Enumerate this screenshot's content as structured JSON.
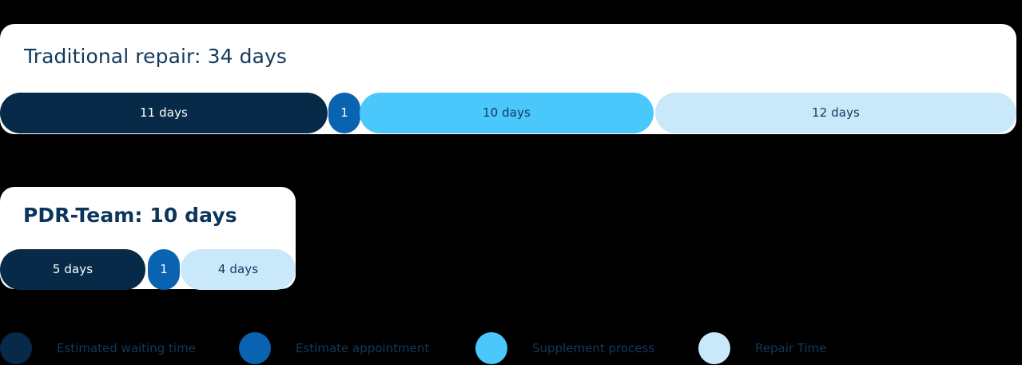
{
  "colors": {
    "background": "#000000",
    "card": "#ffffff",
    "waiting": "#062a47",
    "appointment": "#0a63b0",
    "supplement": "#4ac7fb",
    "repair": "#c9e9fb",
    "text_dark": "#123a5c",
    "text_light": "#ffffff"
  },
  "rows": [
    {
      "id": "traditional",
      "title": "Traditional repair: 34 days",
      "title_bold": false,
      "segments": [
        {
          "name": "waiting",
          "label": "11 days",
          "days": 11,
          "color": "#062a47",
          "text_color": "#ffffff"
        },
        {
          "name": "appointment",
          "label": "1",
          "days": 1,
          "color": "#0a63b0",
          "text_color": "#ffffff"
        },
        {
          "name": "supplement",
          "label": "10 days",
          "days": 10,
          "color": "#4ac7fb",
          "text_color": "#123a5c"
        },
        {
          "name": "repair",
          "label": "12 days",
          "days": 12,
          "color": "#c9e9fb",
          "text_color": "#123a5c"
        }
      ]
    },
    {
      "id": "pdr",
      "title": "PDR-Team: 10 days",
      "title_bold": true,
      "segments": [
        {
          "name": "waiting",
          "label": "5 days",
          "days": 5,
          "color": "#062a47",
          "text_color": "#ffffff"
        },
        {
          "name": "appointment",
          "label": "1",
          "days": 1,
          "color": "#0a63b0",
          "text_color": "#ffffff"
        },
        {
          "name": "repair",
          "label": "4 days",
          "days": 4,
          "color": "#c9e9fb",
          "text_color": "#123a5c"
        }
      ]
    }
  ],
  "legend": [
    {
      "label": "Estimated waiting time",
      "color": "#062a47",
      "swatch": "circle-swatch"
    },
    {
      "label": "Estimate appointment",
      "color": "#0a63b0",
      "swatch": "circle-swatch"
    },
    {
      "label": "Supplement process",
      "color": "#4ac7fb",
      "swatch": "circle-swatch"
    },
    {
      "label": "Repair Time",
      "color": "#c9e9fb",
      "swatch": "circle-swatch"
    }
  ],
  "chart_data": {
    "type": "bar",
    "title": "Repair timeline comparison",
    "orientation": "horizontal-stacked",
    "xlabel": "",
    "ylabel": "",
    "unit": "days",
    "categories": [
      "Traditional repair",
      "PDR-Team"
    ],
    "totals": [
      34,
      10
    ],
    "series": [
      {
        "name": "Estimated waiting time",
        "color": "#062a47",
        "values": [
          11,
          5
        ]
      },
      {
        "name": "Estimate appointment",
        "color": "#0a63b0",
        "values": [
          1,
          1
        ]
      },
      {
        "name": "Supplement process",
        "color": "#4ac7fb",
        "values": [
          10,
          0
        ]
      },
      {
        "name": "Repair Time",
        "color": "#c9e9fb",
        "values": [
          12,
          4
        ]
      }
    ],
    "legend_position": "bottom",
    "grid": false
  }
}
